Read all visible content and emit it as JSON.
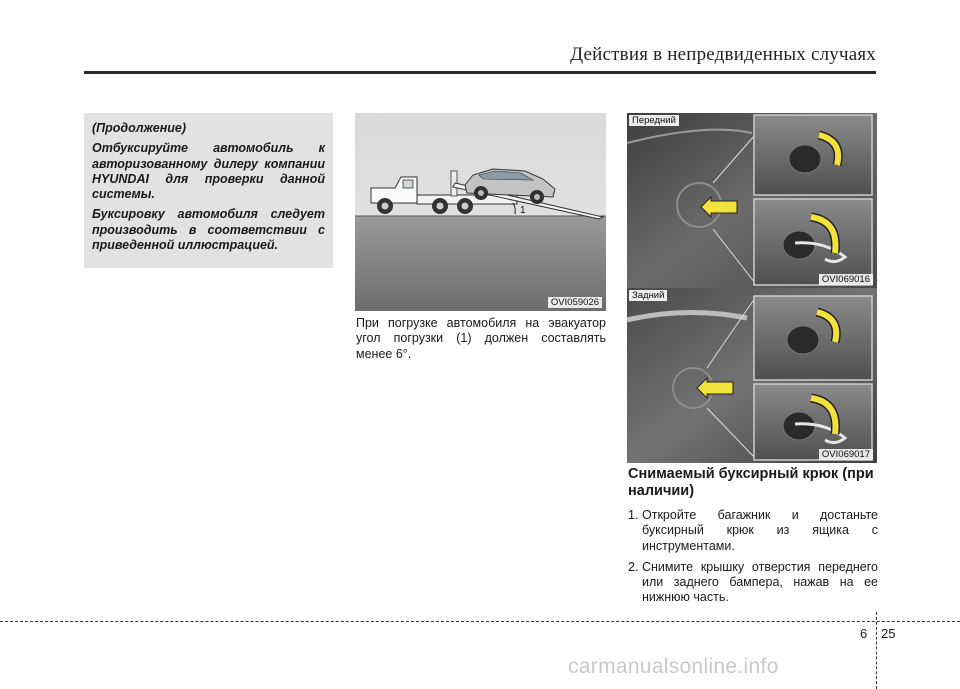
{
  "header": {
    "title": "Действия в непредвиденных случаях"
  },
  "note": {
    "continued": "(Продолжение)",
    "p1": "Отбуксируйте автомобиль к авторизованному дилеру компании HYUNDAI для проверки данной системы.",
    "p2": "Буксировку автомобиля следует производить в соответствии с приведенной иллюстрацией."
  },
  "figure_tow": {
    "code": "OVI059026",
    "callout": "1"
  },
  "tow_text": "При погрузке автомобиля на эвакуатор угол погрузки (1) должен составлять менее 6°.",
  "figure_front": {
    "label": "Передний",
    "code": "OVI069016"
  },
  "figure_rear": {
    "label": "Задний",
    "code": "OVI069017"
  },
  "section": {
    "title": "Снимаемый буксирный крюк (при наличии)",
    "steps": [
      {
        "num": "1.",
        "text": "Откройте багажник и достаньте буксирный крюк из ящика с инструментами."
      },
      {
        "num": "2.",
        "text": "Снимите крышку отверстия переднего или заднего бампера, нажав на ее нижнюю часть."
      }
    ]
  },
  "footer": {
    "chapter": "6",
    "page": "25"
  },
  "watermark": "carmanualsonline.info"
}
